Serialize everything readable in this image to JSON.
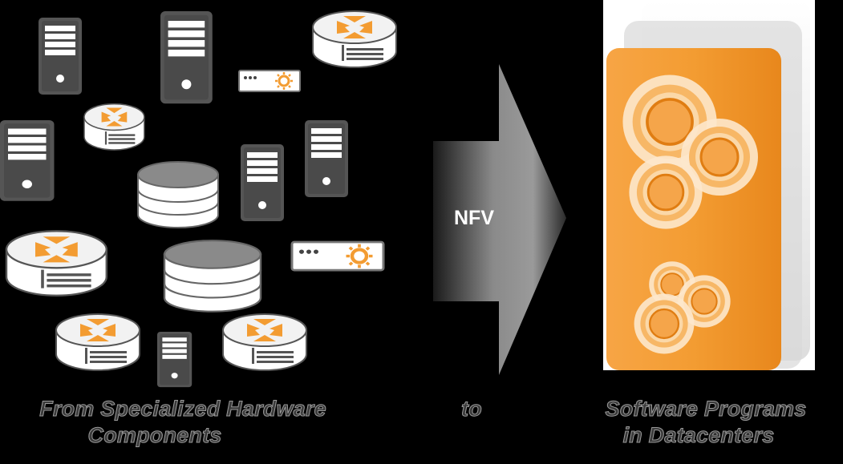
{
  "diagram": {
    "arrow_label": "NFV",
    "left_caption": {
      "line1": "From Specialized Hardware",
      "line2": "Components"
    },
    "middle_caption": "to",
    "right_caption": {
      "line1": "Software Programs",
      "line2": "in Datacenters"
    },
    "colors": {
      "orange": "#f39c32",
      "background": "#000000",
      "hardware_gray": "#5a5a5a"
    }
  }
}
